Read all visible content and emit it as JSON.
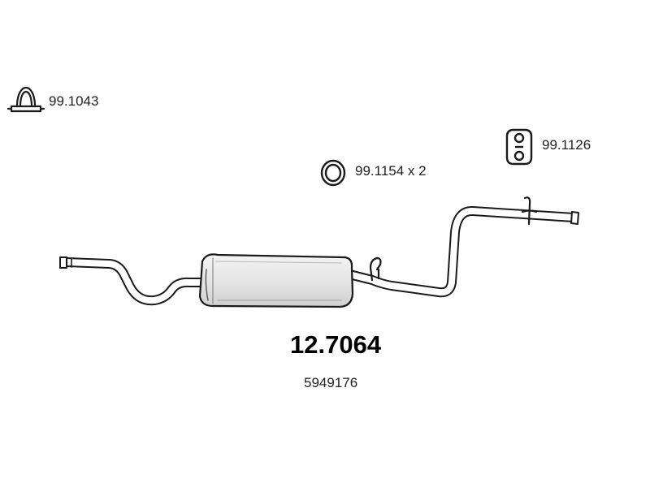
{
  "parts": {
    "clamp": {
      "number": "99.1043",
      "icon": "pipe-clamp-icon"
    },
    "ring": {
      "number": "99.1154 x 2",
      "icon": "sealing-ring-icon"
    },
    "hanger": {
      "number": "99.1126",
      "icon": "rubber-hanger-icon"
    }
  },
  "product": {
    "part_number": "12.7064",
    "oe_number": "5949176"
  },
  "colors": {
    "line": "#1a1a1a",
    "pipe_fill": "#ffffff",
    "muffler_fill": "#ececec",
    "muffler_shade": "#d2d2d2"
  }
}
